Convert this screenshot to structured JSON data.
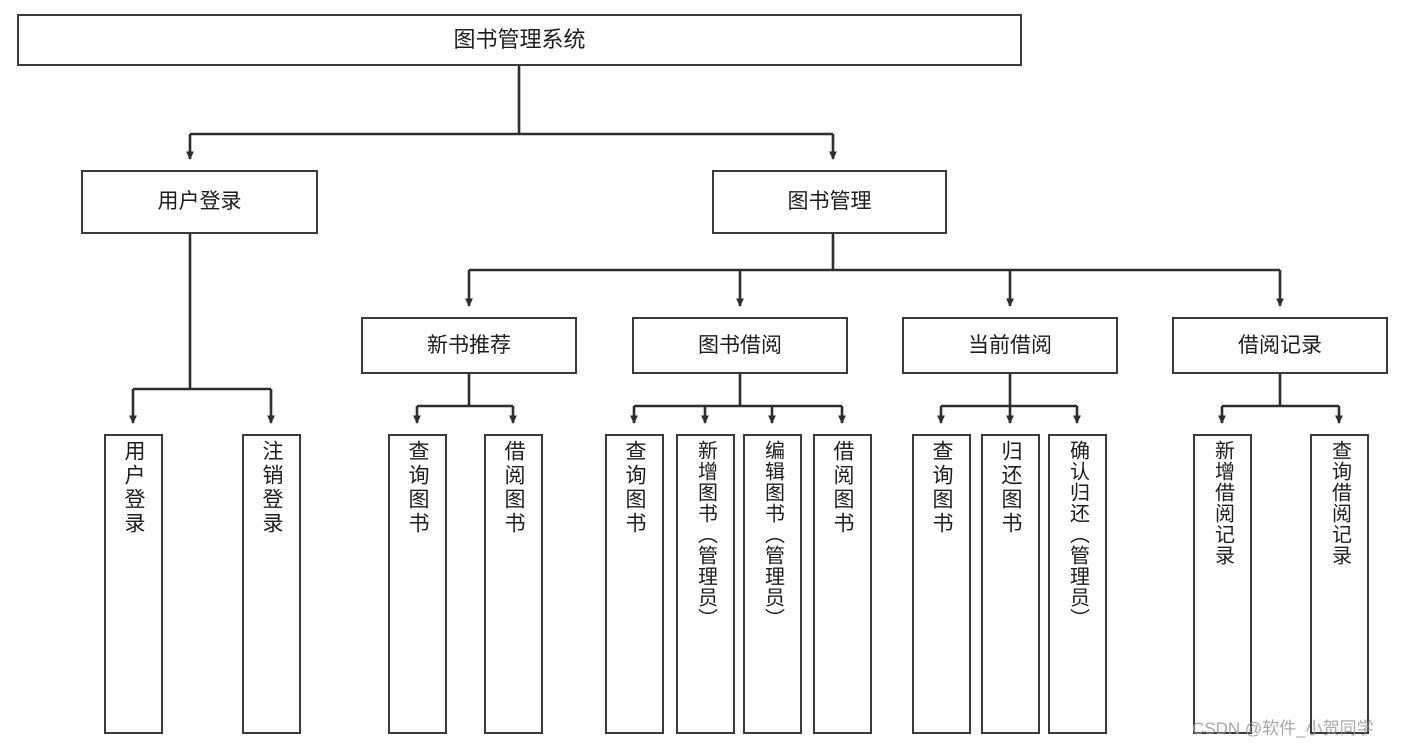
{
  "diagram": {
    "type": "tree-hierarchy",
    "title": "图书管理系统",
    "orientation": "top-down",
    "colors": {
      "box_border": "#3a3a3a",
      "box_fill": "#ffffff",
      "edge": "#2e2e2e",
      "text": "#1d1d1d",
      "watermark": "#9a9a9a",
      "background": "#ffffff"
    }
  },
  "nodes": {
    "root": {
      "label": "图书管理系统",
      "level": 0
    },
    "level1": [
      {
        "id": "user-login",
        "label": "用户登录"
      },
      {
        "id": "book-manage",
        "label": "图书管理"
      }
    ],
    "level2": [
      {
        "id": "new-book-recommend",
        "label": "新书推荐",
        "parent": "book-manage"
      },
      {
        "id": "book-borrow",
        "label": "图书借阅",
        "parent": "book-manage"
      },
      {
        "id": "current-borrow",
        "label": "当前借阅",
        "parent": "book-manage"
      },
      {
        "id": "borrow-record",
        "label": "借阅记录",
        "parent": "book-manage"
      }
    ],
    "leaves": [
      {
        "id": "leaf-user-login",
        "label": "用户登录",
        "parent": "user-login"
      },
      {
        "id": "leaf-user-logout",
        "label": "注销登录",
        "parent": "user-login"
      },
      {
        "id": "leaf-query-book-1",
        "label": "查询图书",
        "parent": "new-book-recommend"
      },
      {
        "id": "leaf-borrow-book-1",
        "label": "借阅图书",
        "parent": "new-book-recommend"
      },
      {
        "id": "leaf-query-book-2",
        "label": "查询图书",
        "parent": "book-borrow"
      },
      {
        "id": "leaf-add-book",
        "label": "新增图书（管理员）",
        "parent": "book-borrow"
      },
      {
        "id": "leaf-edit-book",
        "label": "编辑图书（管理员）",
        "parent": "book-borrow"
      },
      {
        "id": "leaf-borrow-book-2",
        "label": "借阅图书",
        "parent": "book-borrow"
      },
      {
        "id": "leaf-query-book-3",
        "label": "查询图书",
        "parent": "current-borrow"
      },
      {
        "id": "leaf-return-book",
        "label": "归还图书",
        "parent": "current-borrow"
      },
      {
        "id": "leaf-confirm-return",
        "label": "确认归还（管理员）",
        "parent": "current-borrow"
      },
      {
        "id": "leaf-add-record",
        "label": "新增借阅记录",
        "parent": "borrow-record"
      },
      {
        "id": "leaf-query-record",
        "label": "查询借阅记录",
        "parent": "borrow-record"
      }
    ]
  },
  "watermark": {
    "text": "CSDN @软件_小贺同学"
  }
}
